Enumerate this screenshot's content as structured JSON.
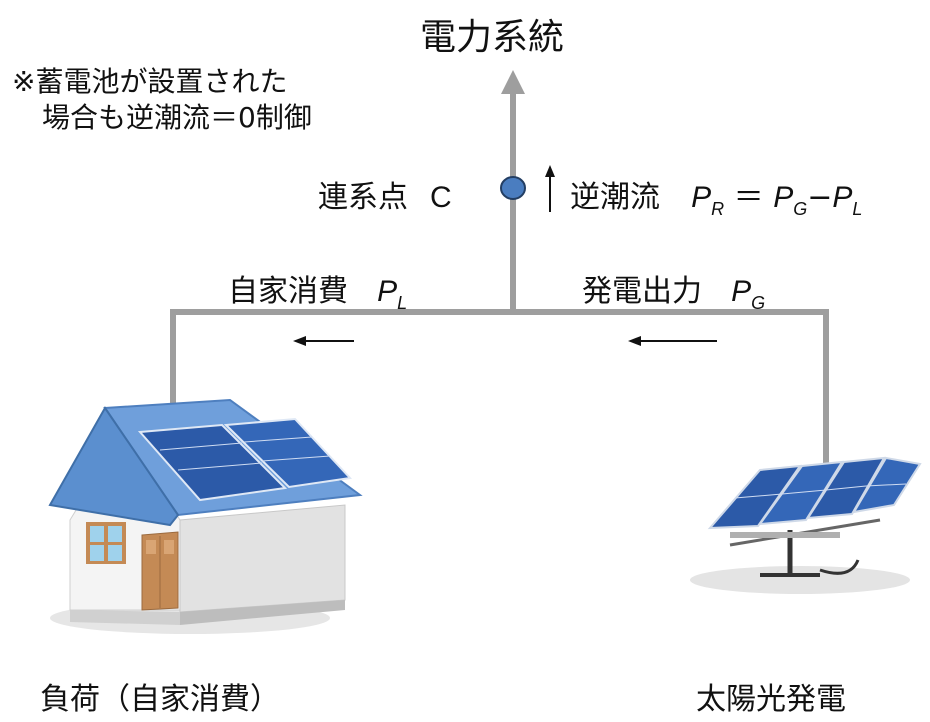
{
  "title": "電力系統",
  "note": {
    "line1": "※蓄電池が設置された",
    "line2": "場合も逆潮流＝0制御"
  },
  "connection_point": {
    "label": "連系点",
    "letter": "C"
  },
  "reverse_flow": {
    "label": "逆潮流",
    "pr": "P",
    "pr_sub": "R",
    "eq": "＝",
    "pg": "P",
    "pg_sub": "G",
    "minus": "−",
    "pl": "P",
    "pl_sub": "L"
  },
  "self_consumption_flow": {
    "label": "自家消費",
    "p": "P",
    "sub": "L"
  },
  "generation_flow": {
    "label": "発電出力",
    "p": "P",
    "sub": "G"
  },
  "load_caption": "負荷（自家消費）",
  "pv_caption": "太陽光発電",
  "colors": {
    "line": "#9e9e9e",
    "node": "#4a7dc0",
    "roof": "#5b8fcf",
    "panel": "#2c5aa8",
    "door": "#c48a55"
  }
}
